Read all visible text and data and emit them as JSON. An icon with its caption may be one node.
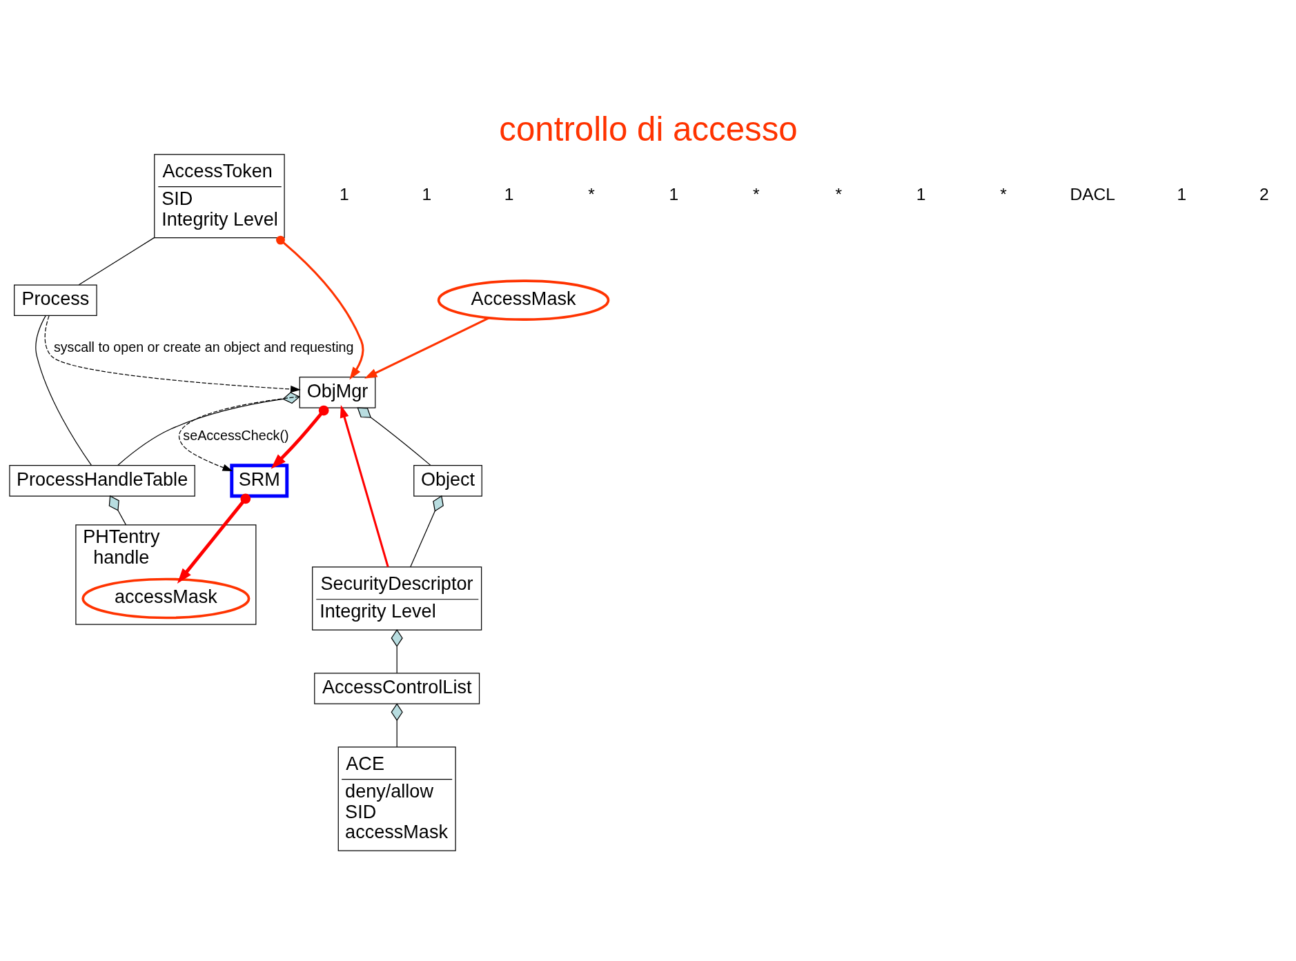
{
  "diagram": {
    "title": "controllo di accesso",
    "nodes": [
      {
        "text": [
          "AccessToken",
          "SID",
          "Integrity Level"
        ]
      },
      {
        "text": [
          "Process"
        ]
      },
      {
        "text": [
          "AccessMask"
        ]
      },
      {
        "text": [
          "ObjMgr"
        ]
      },
      {
        "text": [
          "ProcessHandleTable"
        ]
      },
      {
        "text": [
          "PHTentry",
          "handle"
        ]
      },
      {
        "text": [
          "accessMask"
        ],
        "in": 5
      },
      {
        "text": [
          "SRM"
        ]
      },
      {
        "text": [
          "SecurityDescriptor",
          "Integrity Level"
        ]
      },
      {
        "text": [
          "Object"
        ]
      },
      {
        "text": [
          "AccessControlList"
        ]
      },
      {
        "text": [
          "ACE",
          "deny/allow",
          "SID",
          "accessMask"
        ]
      }
    ],
    "edges": [
      {
        "from": 0,
        "to": 1,
        "arrow": "none"
      },
      {
        "from": 1,
        "to": 4,
        "arrow": "none"
      },
      {
        "from": 3,
        "to": 4,
        "arrow": "other"
      },
      {
        "from": 4,
        "to": 5,
        "arrow": "other"
      },
      {
        "from": 3,
        "to": 9,
        "arrow": "other"
      },
      {
        "from": 9,
        "to": 8,
        "arrow": "other"
      },
      {
        "from": 8,
        "to": 10,
        "arrow": "other"
      },
      {
        "from": 10,
        "to": 11,
        "arrow": "other"
      },
      {
        "from": 1,
        "to": 3,
        "arrow": "to",
        "style": "dashed",
        "label": "syscall to open or create an object and requesting"
      },
      {
        "from": 3,
        "to": 7,
        "arrow": "to",
        "style": "dashed",
        "label": "seAccessCheck()"
      },
      {
        "from": 0,
        "to": 3,
        "arrow": "to",
        "color": "#ff3300"
      },
      {
        "from": 2,
        "to": 3,
        "arrow": "to",
        "color": "#ff3300"
      },
      {
        "from": 8,
        "to": 3,
        "arrow": "to",
        "color": "#ff0000"
      },
      {
        "from": 3,
        "to": 7,
        "arrow": "to",
        "style": "thick",
        "color": "#ff0000"
      },
      {
        "from": 7,
        "to": 6,
        "arrow": "to",
        "style": "thick",
        "color": "#ff0000"
      }
    ],
    "labels": [
      "1",
      "1",
      "1",
      "*",
      "1",
      "*",
      "*",
      "1",
      "*",
      "DACL",
      "1",
      "2"
    ]
  }
}
